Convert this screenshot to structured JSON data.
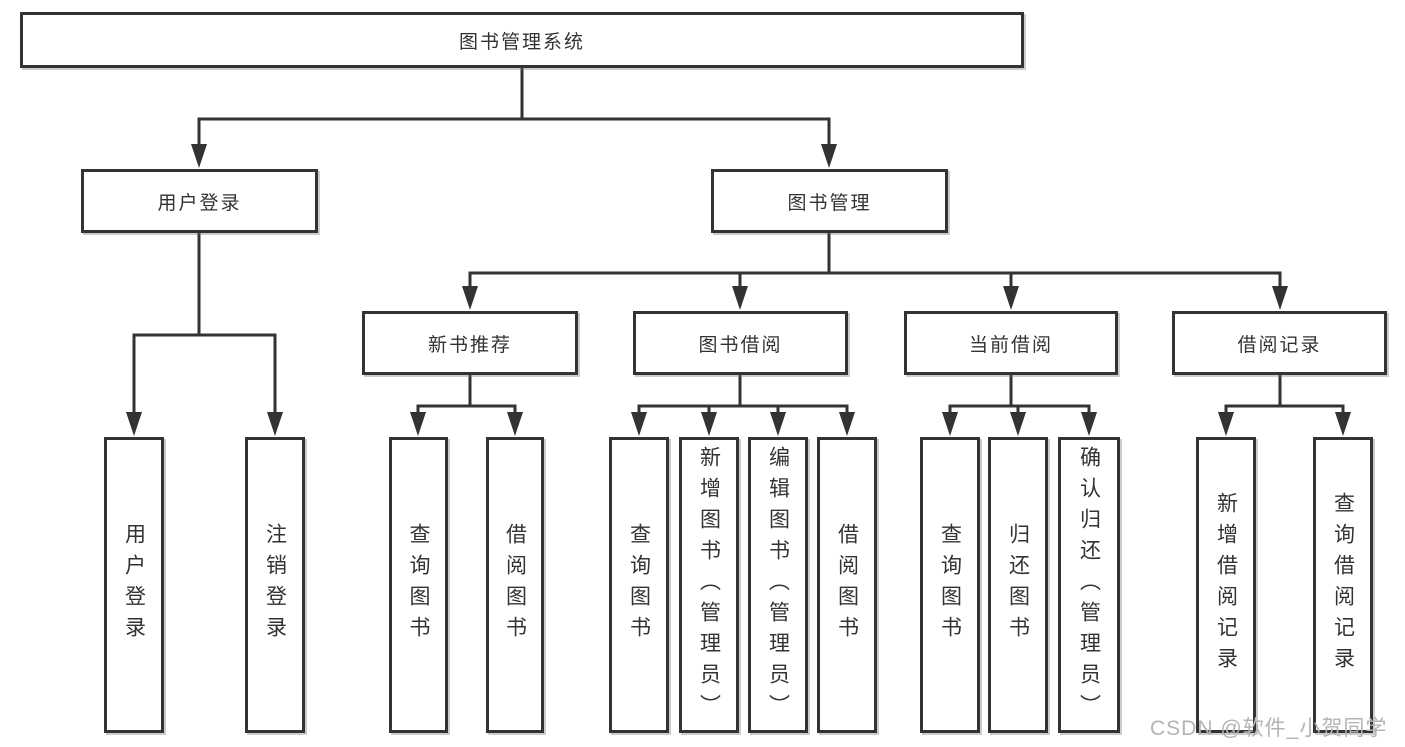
{
  "diagram": {
    "title": "图书管理系统",
    "nodes": {
      "root": "图书管理系统",
      "userLogin": "用户登录",
      "bookManagement": "图书管理",
      "newBookRecommend": "新书推荐",
      "bookBorrow": "图书借阅",
      "currentBorrow": "当前借阅",
      "borrowRecord": "借阅记录",
      "leafUserLogin": "用户登录",
      "leafLogout": "注销登录",
      "leafQueryBooksRecommend": "查询图书",
      "leafBorrowBooksRecommend": "借阅图书",
      "leafQueryBooksBorrow": "查询图书",
      "leafAddBooksAdmin": "新增图书（管理员）",
      "leafEditBooksAdmin": "编辑图书（管理员）",
      "leafBorrowBooksBorrow": "借阅图书",
      "leafQueryBooksCurrent": "查询图书",
      "leafReturnBooks": "归还图书",
      "leafConfirmReturnAdmin": "确认归还（管理员）",
      "leafAddBorrowRecord": "新增借阅记录",
      "leafQueryBorrowRecord": "查询借阅记录"
    },
    "hierarchy": {
      "图书管理系统": [
        "用户登录",
        "图书管理"
      ],
      "用户登录": [
        "用户登录",
        "注销登录"
      ],
      "图书管理": [
        "新书推荐",
        "图书借阅",
        "当前借阅",
        "借阅记录"
      ],
      "新书推荐": [
        "查询图书",
        "借阅图书"
      ],
      "图书借阅": [
        "查询图书",
        "新增图书（管理员）",
        "编辑图书（管理员）",
        "借阅图书"
      ],
      "当前借阅": [
        "查询图书",
        "归还图书",
        "确认归还（管理员）"
      ],
      "借阅记录": [
        "新增借阅记录",
        "查询借阅记录"
      ]
    }
  },
  "watermark": "CSDN @软件_小贺同学",
  "colors": {
    "line": "#333333",
    "text": "#333333",
    "box_background": "#ffffff",
    "watermark": "#b3b3b3",
    "background": "#ffffff"
  }
}
